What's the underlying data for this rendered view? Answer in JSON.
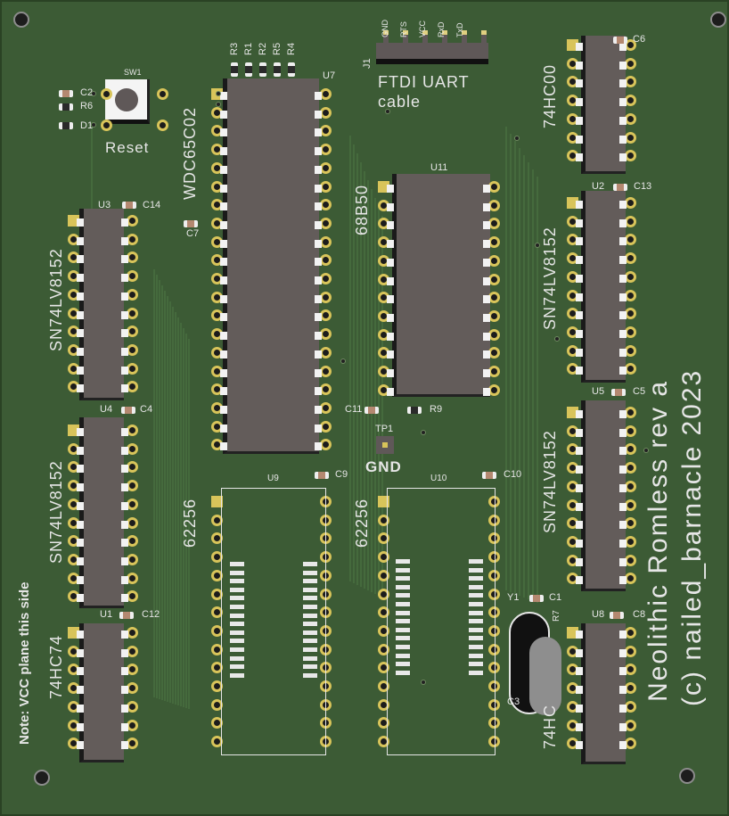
{
  "board": {
    "title": "Neolithic Romless rev a",
    "copyright": "(c) nailed_barnacle 2023",
    "note": "Note: VCC plane this side"
  },
  "header": {
    "ref": "J1",
    "pins": [
      "GND",
      "RTS",
      "VCC",
      "RxD",
      "TxD"
    ],
    "label_line1": "FTDI UART",
    "label_line2": "cable"
  },
  "switch": {
    "ref": "SW1",
    "label": "Reset"
  },
  "test_point": {
    "ref": "TP1",
    "label": "GND"
  },
  "chips": {
    "u7": {
      "ref": "U7",
      "value": "WDC65C02"
    },
    "u11": {
      "ref": "U11",
      "value": "68B50"
    },
    "u9": {
      "ref": "U9",
      "value": "62256"
    },
    "u10": {
      "ref": "U10",
      "value": "62256"
    },
    "u3": {
      "ref": "U3",
      "value": "SN74LV8152"
    },
    "u4": {
      "ref": "U4",
      "value": "SN74LV8152"
    },
    "u1": {
      "ref": "U1",
      "value": "74HC74"
    },
    "u6": {
      "value": "74HC00"
    },
    "u2": {
      "ref": "U2",
      "value": "SN74LV8152"
    },
    "u5": {
      "ref": "U5",
      "value": "SN74LV8152"
    },
    "u8": {
      "ref": "U8",
      "value": "74HC"
    }
  },
  "passives": {
    "r3": "R3",
    "r1": "R1",
    "r2": "R2",
    "r5": "R5",
    "r4": "R4",
    "c2": "C2",
    "r6": "R6",
    "d1": "D1",
    "c14": "C14",
    "c7": "C7",
    "c4": "C4",
    "c12": "C12",
    "c11": "C11",
    "r9": "R9",
    "c9": "C9",
    "c10": "C10",
    "c6": "C6",
    "c13": "C13",
    "c5": "C5",
    "y1": "Y1",
    "c1": "C1",
    "r7": "R7",
    "c8": "C8",
    "c3": "C3"
  }
}
